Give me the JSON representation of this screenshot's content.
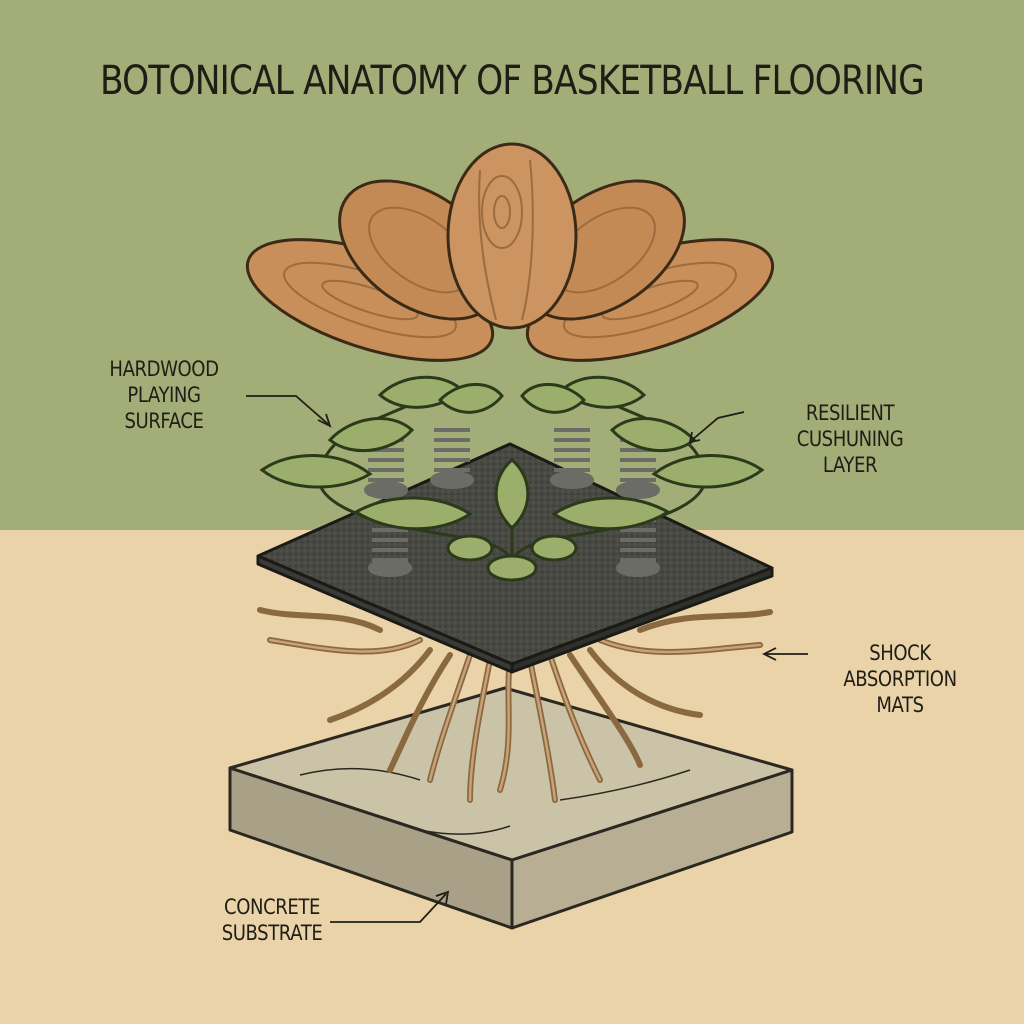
{
  "title": "BOTONICAL ANATOMY OF BASKETBALL FLOORING",
  "colors": {
    "sky_band": "#a3ad78",
    "ground_band": "#ead3a8",
    "wood_light": "#c98f5a",
    "wood_dark": "#9c6b3e",
    "leaf": "#9cae6c",
    "mat": "#4a4a45",
    "root": "#b59068",
    "concrete": "#c9c0a5",
    "ink": "#1e1e16"
  },
  "labels": {
    "hardwood": {
      "line1": "HARDWOOD",
      "line2": "PLAYING SURFACE"
    },
    "cushioning": {
      "line1": "RESILIENT CUSHUNING",
      "line2": "LAYER"
    },
    "shock": {
      "line1": "SHOCK ABSORPTION",
      "line2": "MATS"
    },
    "concrete": {
      "line1": "CONCRETE",
      "line2": "SUBSTRATE"
    }
  }
}
